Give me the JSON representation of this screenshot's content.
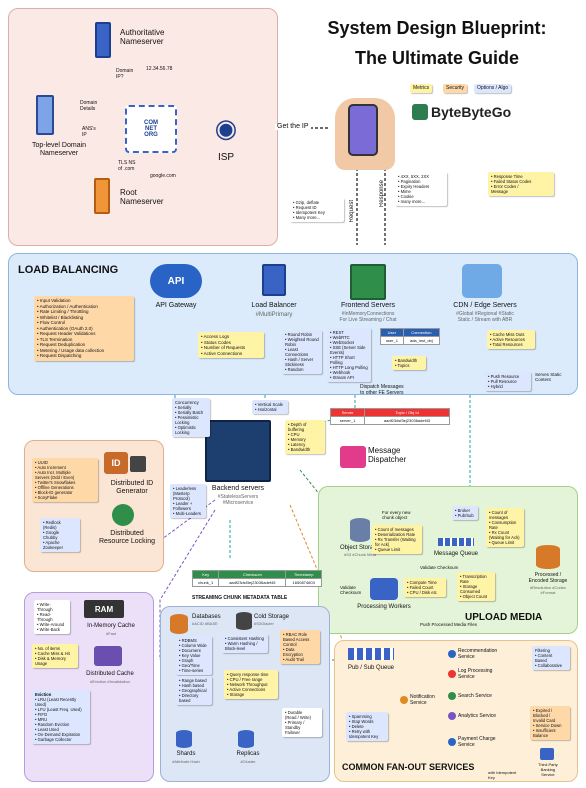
{
  "title": {
    "line1": "System Design Blueprint:",
    "line2": "The Ultimate Guide"
  },
  "legend": {
    "metrics": "Metrics",
    "security": "Security",
    "options": "Options / Algo"
  },
  "brand": "ByteByteGo",
  "dns": {
    "auth": "Authoritative\nNameserver",
    "ip": "12.34.56.78",
    "domain_ip": "Domain\nIP?",
    "domain_details": "Domain\nDetails",
    "ans_ip": "ANS's\nIP",
    "tld": "Top-level Domain\nNameserver",
    "tld_ns": "TLS NS\nof .com",
    "google": "google.com",
    "root": "Root\nNameserver",
    "com": "COM\nNET\nORG",
    "isp": "ISP",
    "get_ip": "Get the IP"
  },
  "client": {
    "request": "Request",
    "response": "Response",
    "req_notes": "• Gzip, deflate\n• Request ID\n• Idempotent Key\n• Many more...",
    "resp_notes": "• 4XX, 5XX, 2XX\n• Pagination\n• Expiry Headers\n• Mime\n• Cookie\n• many more...",
    "metrics_notes": "• Response Time\n• Failed Status Codes\n• Error Codes /\n  Message"
  },
  "lb": {
    "section": "LOAD BALANCING",
    "api_badge": "API",
    "api_gateway": "API Gateway",
    "load_balancer": "Load Balancer",
    "lb_hash": "#MultiPrimary",
    "frontend": "Frontend Servers",
    "frontend_hash": "#InMemoryConnections\nFor Live Streaming / Chat",
    "cdn": "CDN / Edge Servers",
    "cdn_hash": "#Global #Regional #Static\nStatic / Stream with ABR",
    "gw_list": "• Input Validation\n• Authorization / Authentication\n• Rate Limiting / Throttling\n• Whitelist / Blacklisting\n• Flow Control\n• Authentication (OAuth 2.0)\n• Request Header Validations\n• TLS Termination\n• Request Deduplication\n• Metering / Usage data collection\n• Request Dispatching",
    "lb_notes": "• Access Logs\n• Status Codes\n• Number of Requests\n• Active Connections",
    "lb_algos": "• Round Robin\n• Weighted Round\n  Robin\n• Least Connections\n• Hash / Server\n  Stickiness\n• Random",
    "fe_algos": "• REST\n• WebRTC\n• WebSocket\n• SSE (Server Side\n  Events)\n• HTTP Short Polling\n• HTTP Long Polling\n• Webhook\n• Stream API",
    "conn_headers": [
      "User",
      "Connection"
    ],
    "conn_row": [
      "user_1",
      "ada_inst_obj"
    ],
    "bw_notes": "• Bandwidth\n• Topics",
    "cdn_list": "• Cache Miss Outs\n• Active Resources\n• Total Resources",
    "cdn_push": "• Push Resource\n• Pull Resource\n• Hybrid",
    "static_content": "Serves Static\nContent",
    "dispatch": "Dispatch Messages\nto other FE Servers"
  },
  "backend": {
    "name": "Backend servers",
    "hash": "#StatelessServers\n#Microservice",
    "concurrency": "Concurrency\n• Serially\n• Serially Batch\n• Pessimistic\n  Locking\n• Optimistic\n  Locking",
    "scale": "• Vertical Scale\n• Horizontal",
    "metrics": "• Depth of buffering\n• CPU\n• Memory\n• Latency\n• Bandwidth",
    "leader": "• Leaderless\n  (Masterp\n  Protocol)\n• Leader +\n  Followers\n• Multi-Leaders"
  },
  "dispatcher": {
    "name": "Message\nDispatcher",
    "headers": [
      "Server",
      "Topic / Obj Id"
    ],
    "row": [
      "server_1",
      "aadf23dsf3ej23036adef43"
    ]
  },
  "idgen": {
    "name": "Distributed ID\nGenerator",
    "list": "• UUID\n• Auto Increment\n• Auto Incr. Multiple\n  Servers (Odd / Even)\n• Twitter's Snowflakes\n• Offline Generations\n• Block-ID generator\n• SonyFlake",
    "id_badge": "ID",
    "lock_name": "Distributed\nResource Locking",
    "lock_list": "• Redlock\n  (Redis)\n• Google\n  Chubby\n• Apache\n  Zookeeper"
  },
  "upload": {
    "section": "UPLOAD MEDIA",
    "object_storage": "Object Storage",
    "os_hash": "#S3 #Chunk Meta",
    "os_notes": "• Count of messages\n• Deserialization Rate\n• Rx Transfer (Waiting\n  for Ack)\n• Queue Limit",
    "new_chunk": "For every new\nchunk object",
    "broker": "• Broker\n• Pub/Sub",
    "msg_queue": "Message Queue",
    "mq_notes": "• Count of\n  messages\n• Consumption\n  Rate\n• Rx Count\n  (Waiting for Ack)\n• Queue Limit",
    "validate": "Validate Checksum",
    "workers": "Processing Workers",
    "pw_notes": "• Compute Time\n• Failed Count\n• CPU / Disk etc",
    "task_notes": "• Transcription\n  Rate\n• Storage\n  Consumed\n• Object Count",
    "processed": "Processed /\nEncoded Storage",
    "ps_hash": "#Resolution #Codec\n#Format",
    "push": "Push Processed Media Files",
    "val_checksum": "Validate\nChecksum"
  },
  "metadata": {
    "caption": "STREAMING CHUNK METADATA TABLE",
    "headers": [
      "Key",
      "Checksum",
      "Timestamp"
    ],
    "row": [
      "chunk_1",
      "aadf23dsf3ej23036adef45",
      "1650874603"
    ]
  },
  "cache": {
    "policies": "• Write-\n  Through\n• Read-\n  Through\n• Write-Around\n• Write-Back",
    "ram": "RAM",
    "in_memory": "In-Memory Cache",
    "in_memory_hash": "#Fast",
    "metrics": "• No. of items\n• Cache Miss & Hit\n• Disk & Memory\n  Usage",
    "distributed": "Distributed Cache",
    "distributed_hash": "#Eviction #Invalidation",
    "eviction_title": "Eviction",
    "eviction": "• LRU (Least Recently\n  Used)\n• LFU (Least Freq. Used)\n• FIFO\n• MRU\n• Random Eviction\n• Least Used\n• On-Demand Expiration\n• Garbage Collector"
  },
  "db": {
    "databases": "Databases",
    "db_hash": "#ACID #BASE",
    "types": "• RDBMS\n• Column Wide\n• Document\n• Key Value\n• Graph\n• Geo/Time\n• Time-series",
    "cold": "Cold Storage",
    "cold_hash": "#S3Glacier",
    "tiers": "• Consistent Hashing\n• Warm Hashing /\n  Block-level",
    "security": "• RBAC Role\n  Based Access\n  Control\n• Data\n  Encryption\n• Audit Trail",
    "sharding": "• Range based\n• Hash based\n• Geographical\n• Directory\n  based",
    "queries": "• Query response time\n• CPU / Free range\n• Network Throughput\n• Active Connections\n• Storage",
    "shards": "Shards",
    "shards_hash": "#Attribute Hash",
    "replicas": "Replicas",
    "replicas_hash": "#Cluster",
    "repl_notes": "• Durable\n  (Read / Write)\n• Primary / Standby\n  Failover"
  },
  "fanout": {
    "section": "COMMON FAN-OUT SERVICES",
    "pubsub": "Pub / Sub Queue",
    "recommendation": "Recommendation\nService",
    "log": "Log Processing\nService",
    "search": "Search Service",
    "analytics": "Analytics Service",
    "notification": "Notification\nService",
    "payment": "Payment Charge\nService",
    "rec_filters": "Filtering\n• Content\n  Based\n• Collaborative",
    "notif_list": "• Spamming\n• Stop Words\n• Delete\n• Retry with\n  Idempotent Key",
    "payment_list": "• Expired /\n  Blocked /\n  Invalid Card\n• Service Down\n• Insufficient\n  Balance",
    "third_party": "Third-Party\nBanking\nService",
    "idem_key": "with Idempotent\nKey"
  }
}
